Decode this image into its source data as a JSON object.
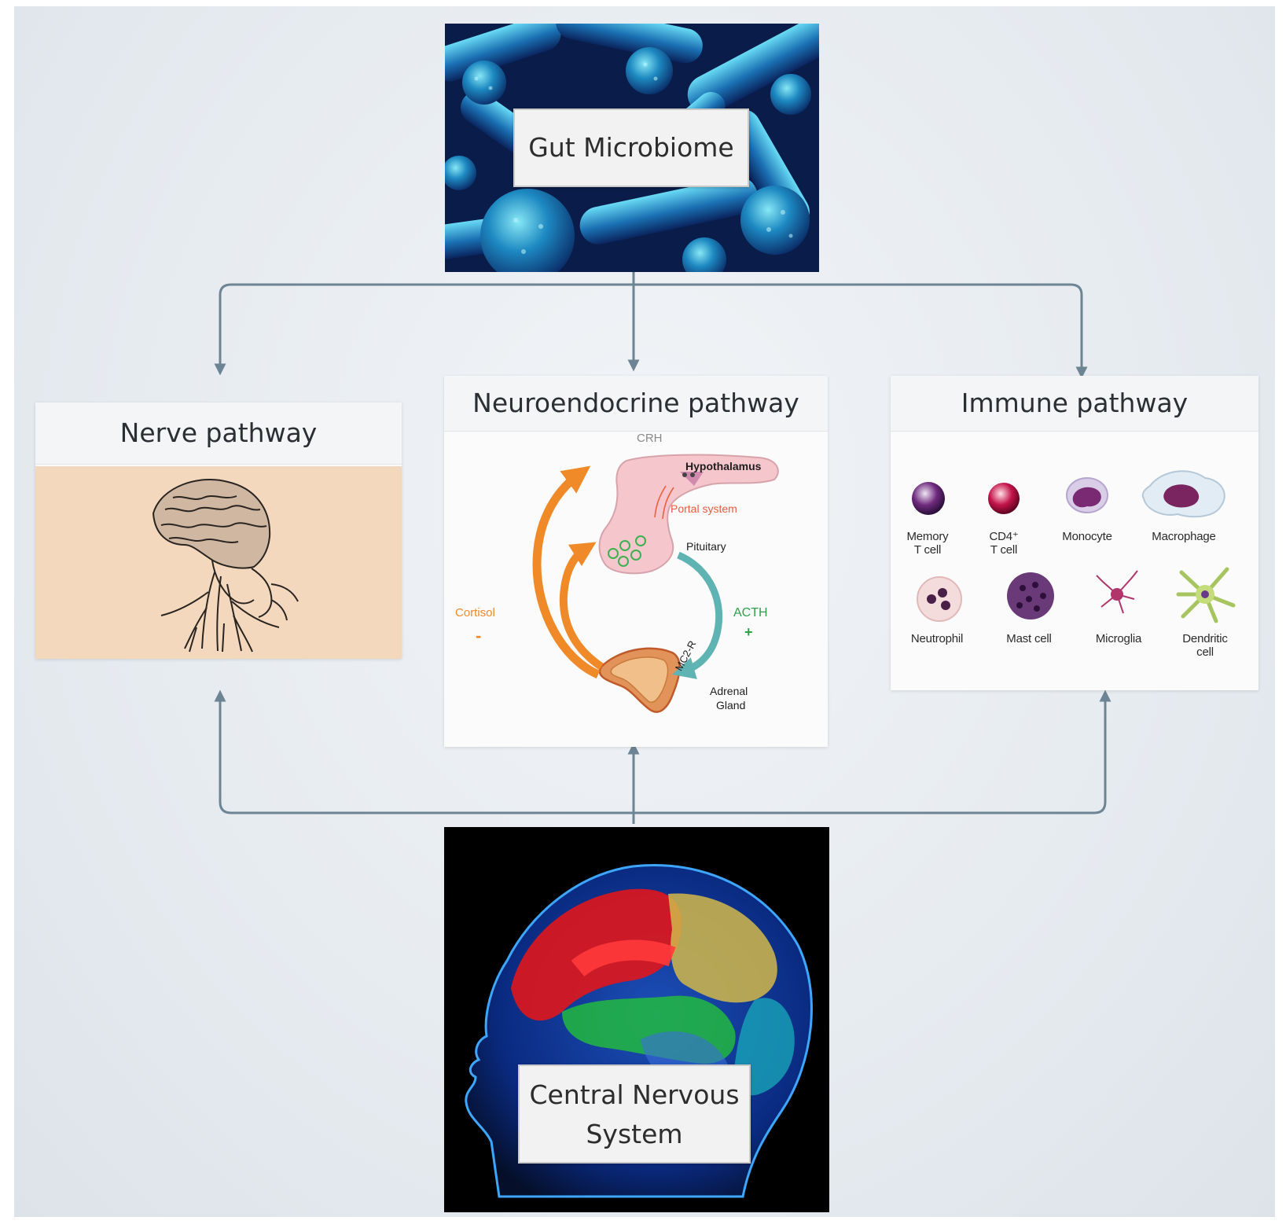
{
  "top": {
    "label": "Gut Microbiome"
  },
  "bottom": {
    "label_line1": "Central Nervous",
    "label_line2": "System"
  },
  "nerve": {
    "title": "Nerve pathway"
  },
  "neuro": {
    "title": "Neuroendocrine pathway",
    "crh": "CRH",
    "hypothalamus": "Hypothalamus",
    "portal": "Portal system",
    "pituitary": "Pituitary",
    "cortisol": "Cortisol",
    "cortisol_sign": "-",
    "acth": "ACTH",
    "acth_sign": "+",
    "mc2r": "MC2-R",
    "adrenal_line1": "Adrenal",
    "adrenal_line2": "Gland"
  },
  "immune": {
    "title": "Immune pathway",
    "cells": [
      {
        "line1": "Memory",
        "line2": "T cell",
        "icon": "memory-t-cell-icon"
      },
      {
        "line1": "CD4⁺",
        "line2": "T cell",
        "icon": "cd4-t-cell-icon"
      },
      {
        "line1": "Monocyte",
        "line2": "",
        "icon": "monocyte-icon"
      },
      {
        "line1": "Macrophage",
        "line2": "",
        "icon": "macrophage-icon"
      },
      {
        "line1": "Neutrophil",
        "line2": "",
        "icon": "neutrophil-icon"
      },
      {
        "line1": "Mast cell",
        "line2": "",
        "icon": "mast-cell-icon"
      },
      {
        "line1": "Microglia",
        "line2": "",
        "icon": "microglia-icon"
      },
      {
        "line1": "Dendritic",
        "line2": "cell",
        "icon": "dendritic-cell-icon"
      }
    ]
  },
  "colors": {
    "connector": "#6d8494",
    "cortisol": "#f08a28",
    "acth": "#2ea04a",
    "portal": "#ee5a3a",
    "hypothalamus_fill": "#f5c6cc"
  }
}
